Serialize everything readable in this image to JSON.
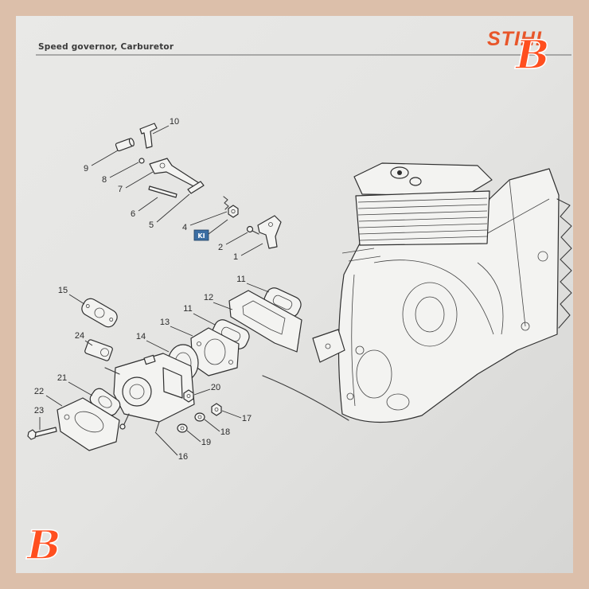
{
  "header": {
    "title": "Speed governor, Carburetor"
  },
  "logo": {
    "text": "STIHL",
    "color": "#e8562a"
  },
  "watermark": {
    "text": "B",
    "color": "#ff4f1f"
  },
  "marker": {
    "label": "KI",
    "color": "#3b6ea3"
  },
  "callouts": [
    "10",
    "9",
    "8",
    "7",
    "6",
    "5",
    "4",
    "2",
    "1",
    "15",
    "11",
    "12",
    "11",
    "13",
    "14",
    "24",
    "21",
    "22",
    "23",
    "20",
    "17",
    "18",
    "19",
    "16"
  ]
}
